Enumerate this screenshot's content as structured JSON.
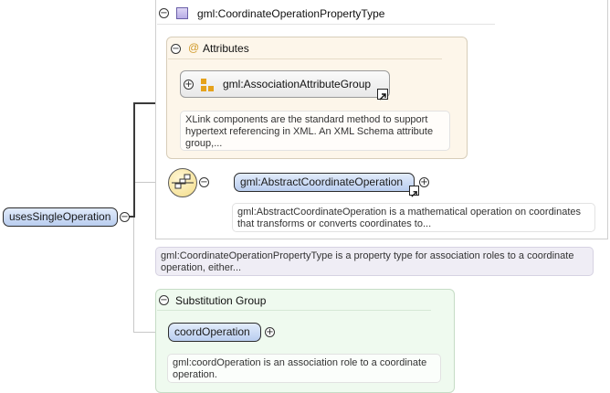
{
  "root": {
    "label": "usesSingleOperation"
  },
  "type_box": {
    "title": "gml:CoordinateOperationPropertyType",
    "doc": "gml:CoordinateOperationPropertyType is a property type for association roles to a coordinate operation, either..."
  },
  "attributes": {
    "title": "Attributes",
    "group": {
      "label": "gml:AssociationAttributeGroup",
      "doc": "XLink components are the standard method to support hypertext referencing in XML. An XML Schema attribute group,..."
    }
  },
  "sequence": {
    "element": {
      "label": "gml:AbstractCoordinateOperation",
      "doc": "gml:AbstractCoordinateOperation is a mathematical operation on coordinates that transforms or converts coordinates to..."
    }
  },
  "substitution": {
    "title": "Substitution Group",
    "element": {
      "label": "coordOperation",
      "doc": "gml:coordOperation is an association role to a coordinate operation."
    }
  },
  "colors": {
    "element_fill": "#c7d7f3",
    "attributes_fill": "#fdf6ea",
    "substitution_fill": "#effaef",
    "type_doc_fill": "#efedf5"
  }
}
